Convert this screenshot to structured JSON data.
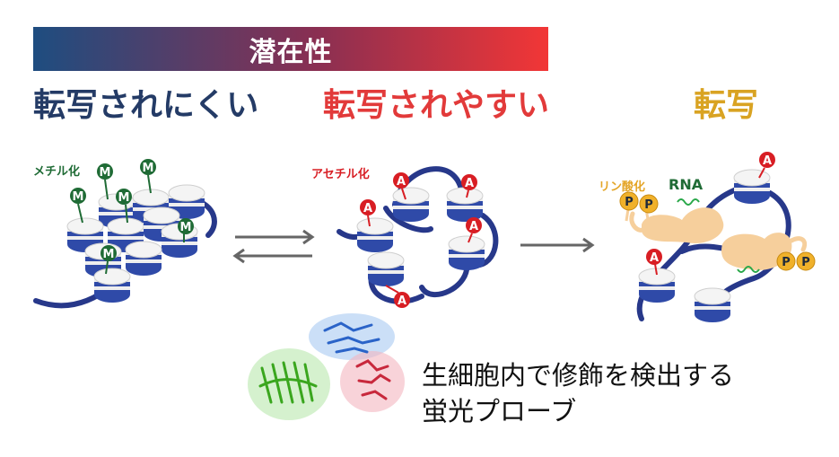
{
  "banner": {
    "label": "潜在性",
    "gradient": [
      "#1e4d80",
      "#6e2f5a",
      "#f03535"
    ]
  },
  "states": [
    {
      "heading": "転写されにくい",
      "color": "#243b66",
      "modification": "メチル化",
      "mark_letter": "M",
      "mark_color": "#1f6b35"
    },
    {
      "heading": "転写されやすい",
      "color": "#e23a3a",
      "modification": "アセチル化",
      "mark_letter": "A",
      "mark_color": "#d81e24"
    },
    {
      "heading": "転写",
      "color": "#d9a322",
      "modification": "リン酸化",
      "mark_letter": "P",
      "mark_color": "#f0b12b"
    }
  ],
  "rna_label": "RNA",
  "caption": {
    "line1": "生細胞内で修飾を検出する",
    "line2": "蛍光プローブ"
  },
  "colors": {
    "dna_strand": "#27388a",
    "nucleosome_band": "#2f4aa8",
    "nucleosome_body": "#eeeeee",
    "arrow": "#666666",
    "polymerase": "#f6cf9c",
    "rna": "#2aa84a",
    "acetyl_text": "#d81e24",
    "phospho_text": "#e4a527",
    "methyl_text": "#1f6b35"
  }
}
